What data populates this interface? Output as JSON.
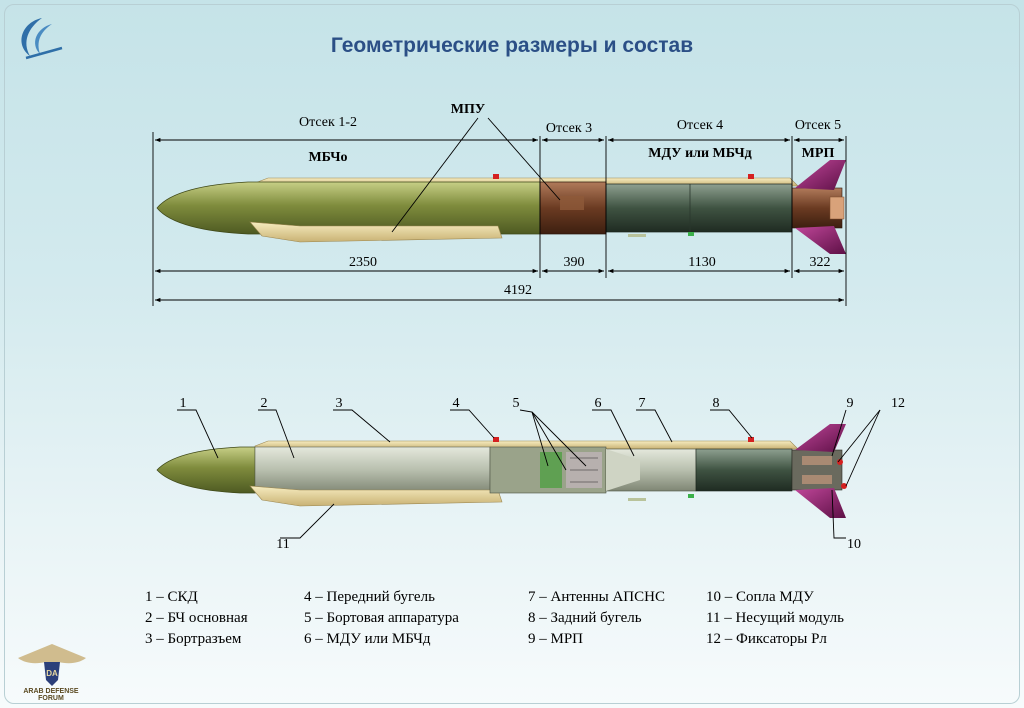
{
  "title": "Геометрические размеры и состав",
  "icons": {
    "logo": "swoosh-logo-icon",
    "watermark": "arab-defense-forum-emblem"
  },
  "top_view": {
    "sections": {
      "s12": "Отсек 1-2",
      "s3": "Отсек 3",
      "s4": "Отсек 4",
      "s5": "Отсек 5"
    },
    "section_names": {
      "s12": "МБЧо",
      "mpu": "МПУ",
      "s4": "МДУ или МБЧд",
      "s5": "МРП"
    },
    "dimensions": {
      "d1": "2350",
      "d2": "390",
      "d3": "1130",
      "d4": "322",
      "total": "4192"
    }
  },
  "bottom_view": {
    "callouts": [
      "1",
      "2",
      "3",
      "4",
      "5",
      "6",
      "7",
      "8",
      "9",
      "12",
      "11",
      "10"
    ]
  },
  "legend": [
    [
      "1 – СКД",
      "2 – БЧ основная",
      "3 – Бортразъем"
    ],
    [
      "4 – Передний бугель",
      "5 – Бортовая аппаратура",
      "6 – МДУ или МБЧд"
    ],
    [
      "7 – Антенны АПСНС",
      "8 – Задний бугель",
      "9 – МРП"
    ],
    [
      "10 – Сопла МДУ",
      "11 – Несущий модуль",
      "12 – Фиксаторы Рл"
    ]
  ],
  "watermark_text": "ARAB DEFENSE FORUM",
  "colors": {
    "title": "#2b4f86",
    "olive": "#7d8a3c",
    "brown": "#6b3b22",
    "dark_green": "#3f5342",
    "magenta": "#8a1f6a",
    "tan": "#e6d49a"
  }
}
